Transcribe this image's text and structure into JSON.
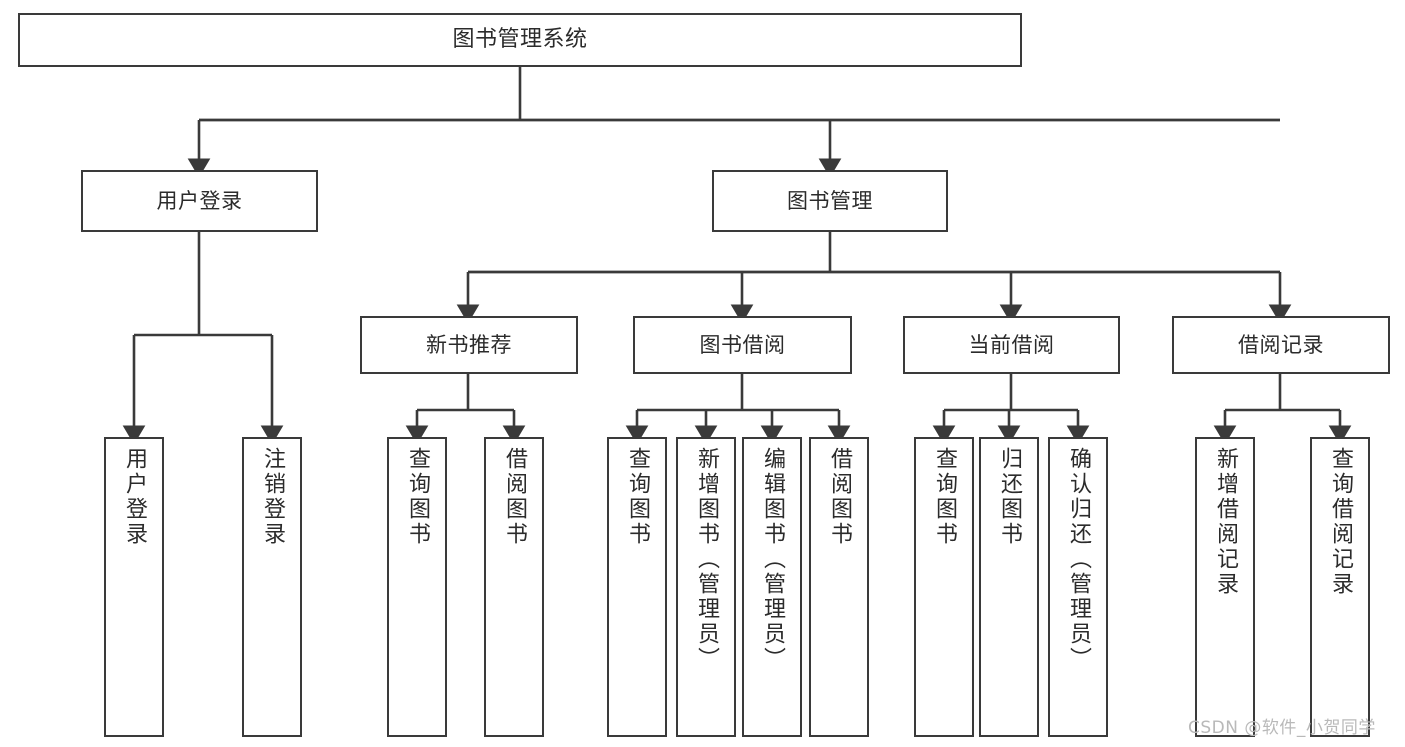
{
  "diagram": {
    "title": "图书管理系统",
    "type": "tree-hierarchy",
    "orientation": "top-down",
    "colors": {
      "node_border": "#3a3a3a",
      "node_fill": "#ffffff",
      "edge": "#3a3a3a",
      "text": "#2b2b2b",
      "watermark": "#b9b9b9",
      "background": "#ffffff"
    }
  },
  "levels": {
    "root": {
      "label": "图书管理系统"
    },
    "level1": [
      {
        "label": "用户登录"
      },
      {
        "label": "图书管理"
      }
    ],
    "level2": [
      {
        "label": "新书推荐"
      },
      {
        "label": "图书借阅"
      },
      {
        "label": "当前借阅"
      },
      {
        "label": "借阅记录"
      }
    ]
  },
  "leaves": {
    "user_login": [
      {
        "label": "用户登录"
      },
      {
        "label": "注销登录"
      }
    ],
    "new_book_recommend": [
      {
        "label": "查询图书"
      },
      {
        "label": "借阅图书"
      }
    ],
    "book_borrow": [
      {
        "label": "查询图书"
      },
      {
        "label": "新增图书（管理员）"
      },
      {
        "label": "编辑图书（管理员）"
      },
      {
        "label": "借阅图书"
      }
    ],
    "current_borrow": [
      {
        "label": "查询图书"
      },
      {
        "label": "归还图书"
      },
      {
        "label": "确认归还（管理员）"
      }
    ],
    "borrow_record": [
      {
        "label": "新增借阅记录"
      },
      {
        "label": "查询借阅记录"
      }
    ]
  },
  "watermark": {
    "text": "CSDN @软件_小贺同学"
  }
}
